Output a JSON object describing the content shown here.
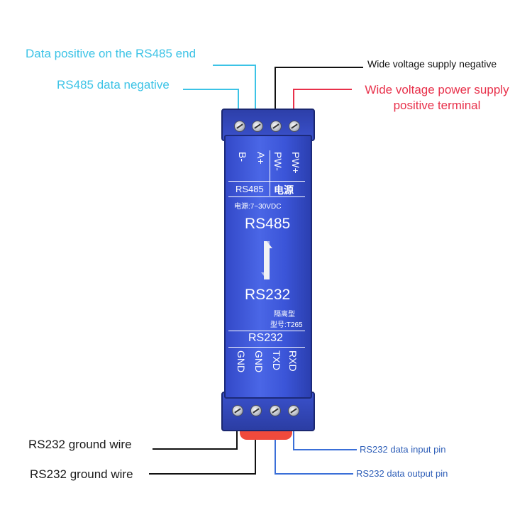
{
  "annotations": {
    "rs485_a_positive": "Data positive on the RS485 end",
    "rs485_b_negative": "RS485 data negative",
    "power_negative": "Wide voltage supply negative",
    "power_positive_line1": "Wide voltage power supply",
    "power_positive_line2": "positive terminal",
    "gnd_1": "RS232 ground wire",
    "gnd_2": "RS232 ground wire",
    "rxd_pin": "RS232 data input pin",
    "txd_pin": "RS232 data output pin"
  },
  "device": {
    "top_pins": [
      "B-",
      "A+",
      "PW-",
      "PW+"
    ],
    "group_rs485": "RS485",
    "group_power": "电源",
    "power_spec": "电源:7~30VDC",
    "title_top": "RS485",
    "title_bottom": "RS232",
    "isolated": "隔离型",
    "model": "型号:T265",
    "bottom_group": "RS232",
    "bottom_pins": [
      "GND",
      "GND",
      "TXD",
      "RXD"
    ]
  },
  "colors": {
    "cyan_label": "#3cc3e6",
    "red_label": "#e8304a",
    "blue_label": "#2f5fb8",
    "device_blue": "#3b55d8",
    "rail_red": "#f04a3c"
  }
}
